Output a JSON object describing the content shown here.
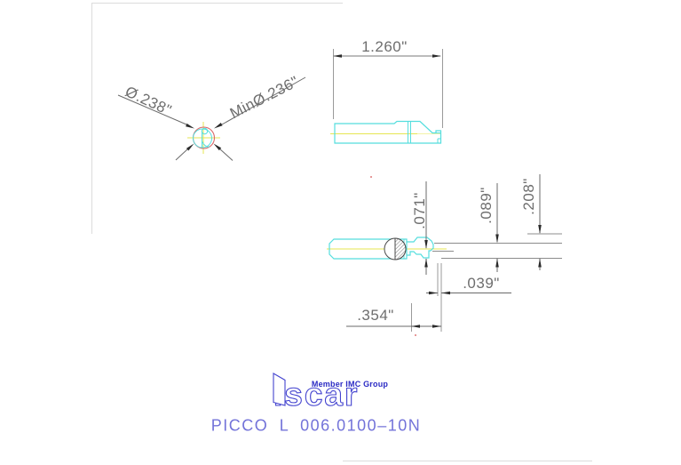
{
  "page": {
    "background": "#ffffff",
    "border_color": "#dcdcdc"
  },
  "colors": {
    "outline_cyan": "#55dede",
    "centerline_yellow": "#e6e652",
    "section_red": "#d86868",
    "dimension_text_gray": "#6e6e6e",
    "dimension_line_gray": "#8c8c8c",
    "arrow_black": "#2b2b2b",
    "logo_blue": "#4343cf",
    "member_blue": "#2a2ac4",
    "part_number_blue": "#7373d9"
  },
  "section_view": {
    "diameter_label": "Ø.238\"",
    "min_bore_label": "MinØ.236\""
  },
  "top_view": {
    "overall_length_label": "1.260\""
  },
  "side_view": {
    "tip_offset_label": ".071\"",
    "edge_to_center_label": ".089\"",
    "overall_depth_label": ".208\"",
    "tip_width_label": ".039\"",
    "head_length_label": ".354\""
  },
  "footer": {
    "member_text": "Member IMC Group",
    "logo_text": "iscar",
    "part_number": "PICCO L 006.0100–10N"
  }
}
